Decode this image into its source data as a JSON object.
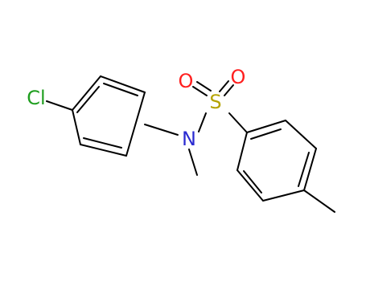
{
  "molecule": {
    "atoms": {
      "chlorine": {
        "label": "Cl",
        "color": "#1f9e1f"
      },
      "nitrogen": {
        "label": "N",
        "color": "#2b2bd1"
      },
      "sulfur": {
        "label": "S",
        "color": "#b5a300"
      },
      "oxygen_1": {
        "label": "O",
        "color": "#ff1f1f"
      },
      "oxygen_2": {
        "label": "O",
        "color": "#ff1f1f"
      }
    },
    "bond_color": "#000000"
  }
}
